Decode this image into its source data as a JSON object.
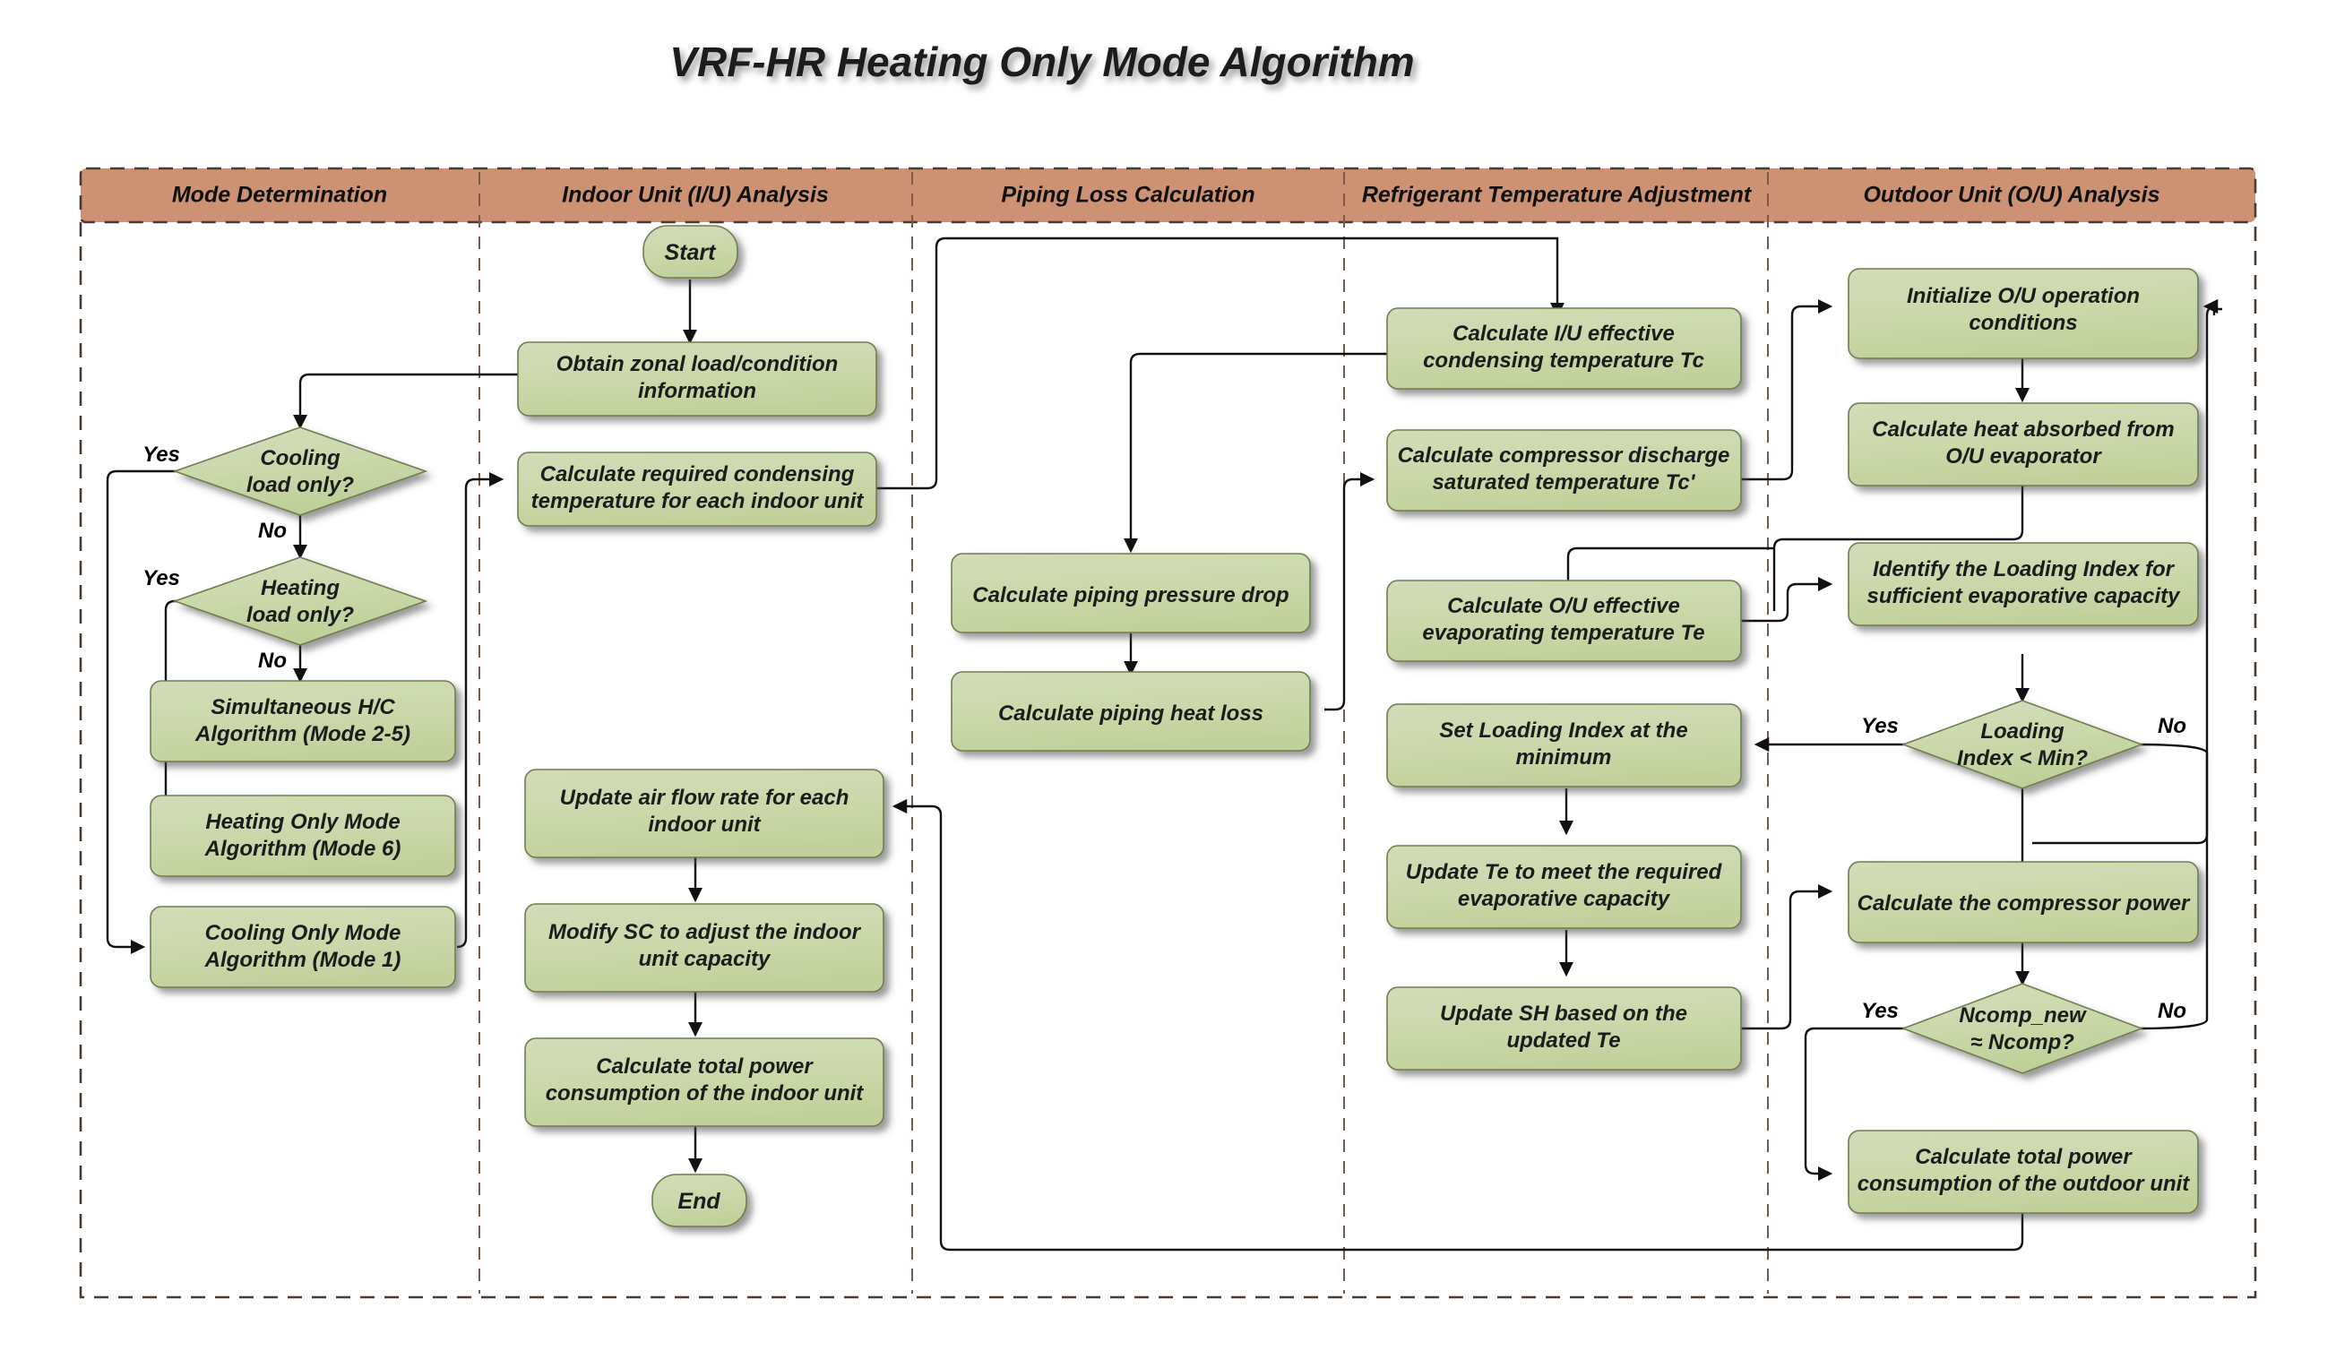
{
  "title": "VRF-HR Heating Only Mode Algorithm",
  "colors": {
    "header_band": "#cd9273",
    "node_fill": "#ccd9ac",
    "node_stroke": "#6f7d50",
    "lane_divider": "#7a5a47",
    "connector": "#111111"
  },
  "lanes": [
    {
      "id": "mode-determination",
      "label": "Mode Determination"
    },
    {
      "id": "indoor-unit-analysis",
      "label": "Indoor Unit (I/U) Analysis"
    },
    {
      "id": "piping-loss-calculation",
      "label": "Piping Loss Calculation"
    },
    {
      "id": "refrigerant-temperature-adjustment",
      "label": "Refrigerant Temperature Adjustment"
    },
    {
      "id": "outdoor-unit-analysis",
      "label": "Outdoor Unit (O/U) Analysis"
    }
  ],
  "nodes": {
    "start": {
      "label": "Start",
      "shape": "terminator"
    },
    "end": {
      "label": "End",
      "shape": "terminator"
    },
    "cooling_load_only": {
      "label_line1": "Cooling",
      "label_line2": "load only?",
      "shape": "decision"
    },
    "heating_load_only": {
      "label_line1": "Heating",
      "label_line2": "load only?",
      "shape": "decision"
    },
    "simultaneous_hc": {
      "label_line1": "Simultaneous H/C",
      "label_line2": "Algorithm (Mode 2-5)",
      "shape": "process"
    },
    "heating_only_mode": {
      "label_line1": "Heating Only Mode",
      "label_line2": "Algorithm (Mode 6)",
      "shape": "process"
    },
    "cooling_only_mode": {
      "label_line1": "Cooling Only Mode",
      "label_line2": "Algorithm (Mode 1)",
      "shape": "process"
    },
    "obtain_zonal": {
      "label_line1": "Obtain zonal load/condition",
      "label_line2": "information",
      "shape": "process"
    },
    "calc_req_cond_temp": {
      "label_line1": "Calculate required condensing",
      "label_line2": "temperature for each indoor unit",
      "shape": "process"
    },
    "update_air_flow": {
      "label_line1": "Update air flow rate for each",
      "label_line2": "indoor unit",
      "shape": "process"
    },
    "modify_sc": {
      "label_line1": "Modify SC to adjust the indoor",
      "label_line2": "unit capacity",
      "shape": "process"
    },
    "calc_iu_power": {
      "label_line1": "Calculate total power",
      "label_line2": "consumption of the indoor unit",
      "shape": "process"
    },
    "piping_pressure_drop": {
      "label_line1": "Calculate piping pressure drop",
      "label_line2": "",
      "shape": "process"
    },
    "piping_heat_loss": {
      "label_line1": "Calculate piping  heat loss",
      "label_line2": "",
      "shape": "process"
    },
    "calc_iu_tc": {
      "label_line1": "Calculate I/U effective",
      "label_line2": "condensing temperature Tc",
      "shape": "process"
    },
    "calc_comp_tc_prime": {
      "label_line1": "Calculate compressor discharge",
      "label_line2": "saturated temperature Tc'",
      "shape": "process"
    },
    "calc_ou_te": {
      "label_line1": "Calculate O/U effective",
      "label_line2": "evaporating temperature Te",
      "shape": "process"
    },
    "set_loading_min": {
      "label_line1": "Set Loading Index at the",
      "label_line2": "minimum",
      "shape": "process"
    },
    "update_te": {
      "label_line1": "Update Te to meet the required",
      "label_line2": "evaporative capacity",
      "shape": "process"
    },
    "update_sh": {
      "label_line1": "Update SH based on the",
      "label_line2": "updated Te",
      "shape": "process"
    },
    "init_ou": {
      "label_line1": "Initialize O/U operation",
      "label_line2": "conditions",
      "shape": "process"
    },
    "calc_heat_absorbed": {
      "label_line1": "Calculate heat absorbed from",
      "label_line2": "O/U evaporator",
      "shape": "process"
    },
    "identify_loading_index": {
      "label_line1": "Identify the Loading Index for",
      "label_line2": "sufficient evaporative capacity",
      "shape": "process"
    },
    "loading_index_min": {
      "label_line1": "Loading",
      "label_line2": "Index < Min?",
      "shape": "decision"
    },
    "calc_comp_power": {
      "label_line1": "Calculate the compressor power",
      "label_line2": "",
      "shape": "process"
    },
    "ncomp_check": {
      "label_line1": "Ncomp_new",
      "label_line2": "≈  Ncomp?",
      "shape": "decision"
    },
    "calc_ou_power": {
      "label_line1": "Calculate total power",
      "label_line2": "consumption of the outdoor unit",
      "shape": "process"
    }
  },
  "edge_labels": {
    "cooling_yes": "Yes",
    "cooling_no": "No",
    "heating_yes": "Yes",
    "heating_no": "No",
    "loading_yes": "Yes",
    "loading_no": "No",
    "ncomp_yes": "Yes",
    "ncomp_no": "No"
  }
}
